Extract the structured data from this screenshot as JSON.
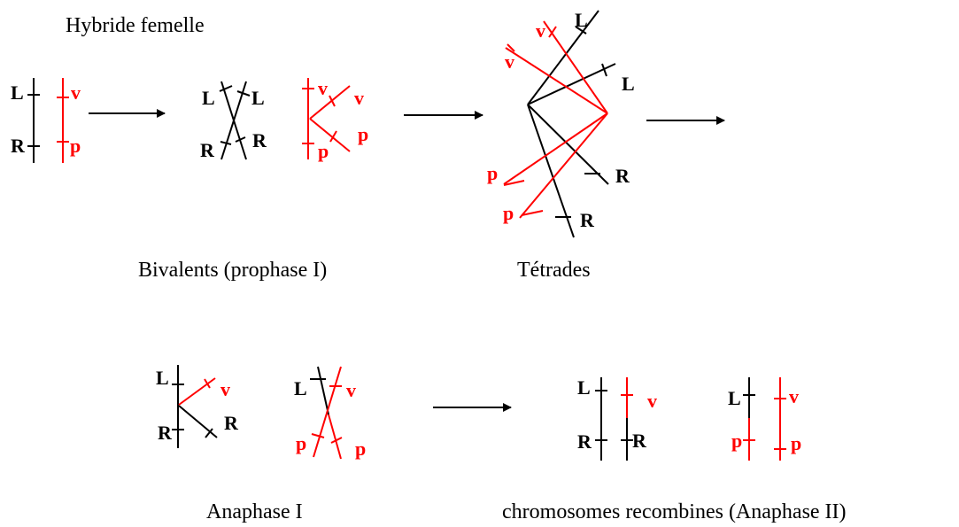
{
  "captions": {
    "hybrid": "Hybride femelle",
    "bivalents": "Bivalents (prophase I)",
    "tetrades": "Tétrades",
    "anaphase1": "Anaphase I",
    "anaphase2": "chromosomes recombines (Anaphase II)"
  },
  "genes": {
    "L": "L",
    "R": "R",
    "v": "v",
    "p": "p"
  },
  "colors": {
    "chromosome_black": "#000000",
    "chromosome_red": "#ff0000"
  }
}
